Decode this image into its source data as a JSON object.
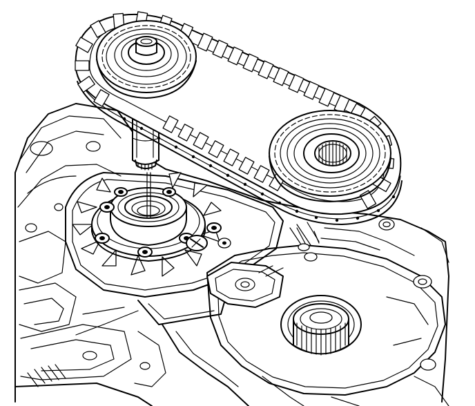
{
  "diagram": {
    "colors": {
      "stroke": "#000000",
      "background": "#ffffff"
    },
    "parts": [
      "transmission-case",
      "oil-pump-assembly",
      "drive-sprocket",
      "driven-sprocket",
      "drive-chain",
      "sprocket-support-shaft",
      "output-shaft-splines",
      "turbine-shaft-sleeve"
    ]
  }
}
